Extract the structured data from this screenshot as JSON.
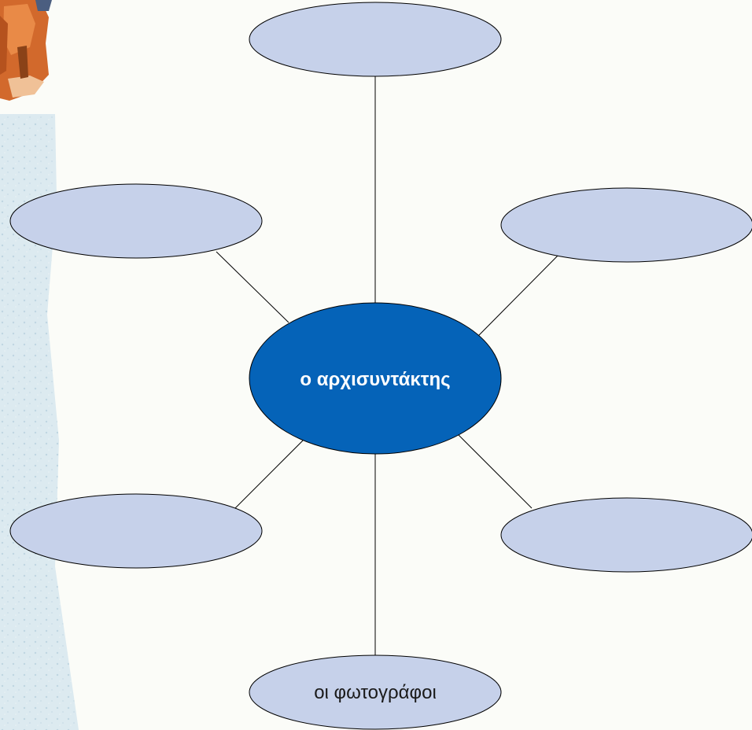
{
  "diagram": {
    "center": {
      "label": "ο αρχισυντάκτης",
      "fill": "#0563b8",
      "text_color": "#ffffff"
    },
    "nodes": [
      {
        "id": "top",
        "label": ""
      },
      {
        "id": "upper-left",
        "label": ""
      },
      {
        "id": "upper-right",
        "label": ""
      },
      {
        "id": "lower-left",
        "label": ""
      },
      {
        "id": "lower-right",
        "label": ""
      },
      {
        "id": "bottom",
        "label": "οι φωτογράφοι"
      }
    ],
    "node_fill": "#c6d1ea",
    "node_stroke": "#000000",
    "connector_color": "#000000"
  },
  "decorations": {
    "corner_illustration": "cartoon-character-illustration",
    "left_strip": "textured-side-strip"
  }
}
